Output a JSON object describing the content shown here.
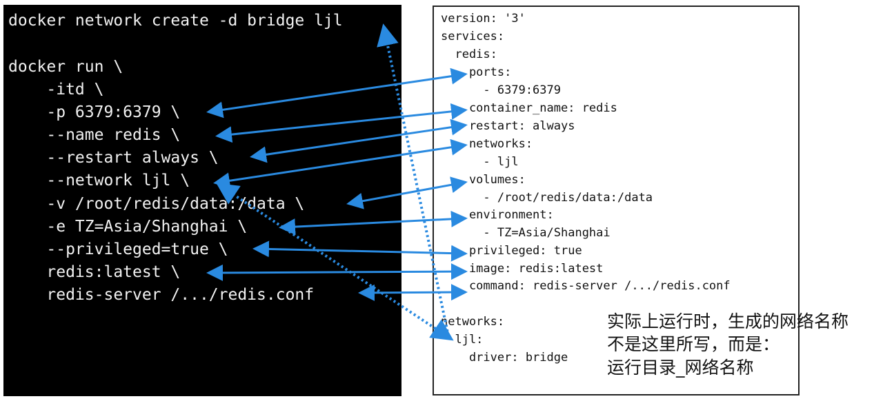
{
  "terminal": {
    "lines": [
      "docker network create -d bridge ljl",
      "",
      "docker run \\",
      "    -itd \\",
      "    -p 6379:6379 \\",
      "    --name redis \\",
      "    --restart always \\",
      "    --network ljl \\",
      "    -v /root/redis/data:/data \\",
      "    -e TZ=Asia/Shanghai \\",
      "    --privileged=true \\",
      "    redis:latest \\",
      "    redis-server /.../redis.conf"
    ]
  },
  "compose": {
    "lines": [
      "version: '3'",
      "services:",
      "  redis:",
      "    ports:",
      "      - 6379:6379",
      "    container_name: redis",
      "    restart: always",
      "    networks:",
      "      - ljl",
      "    volumes:",
      "      - /root/redis/data:/data",
      "    environment:",
      "      - TZ=Asia/Shanghai",
      "    privileged: true",
      "    image: redis:latest",
      "    command: redis-server /.../redis.conf",
      "",
      "networks:",
      "  ljl:",
      "    driver: bridge"
    ]
  },
  "note": {
    "lines": [
      "实际上运行时，生成的网络名称",
      "不是这里所写，而是：",
      "运行目录_网络名称"
    ]
  },
  "colors": {
    "arrow": "#2a8ae0",
    "terminal_bg": "#000000",
    "terminal_text": "#f2f2f2"
  }
}
